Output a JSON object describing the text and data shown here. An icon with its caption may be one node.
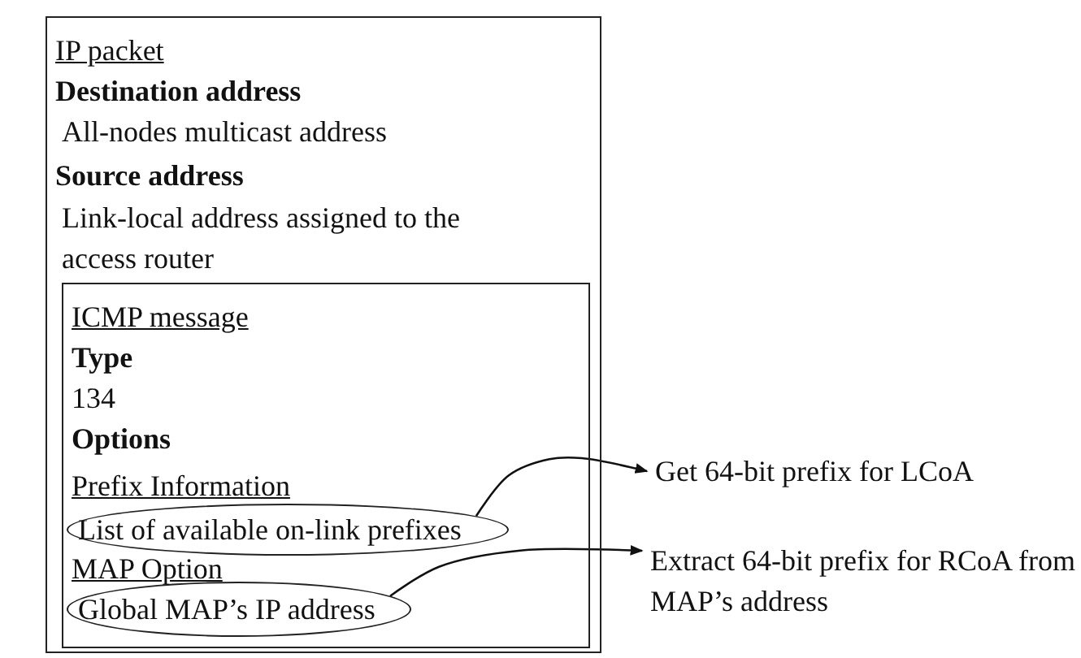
{
  "diagram": {
    "nodes": [
      {
        "text": [
          "IP packet",
          "Destination address",
          "All-nodes multicast address",
          "Source address",
          "Link-local  address assigned to the access router"
        ]
      },
      {
        "text": [
          "ICMP message",
          "Type",
          "134",
          "Options",
          "Prefix Information",
          "MAP Option"
        ],
        "in": 0
      },
      {
        "text": [
          "List of available on-link prefixes"
        ],
        "in": 1
      },
      {
        "text": [
          "Global MAP’s IP address"
        ],
        "in": 1
      },
      {
        "text": [
          "Get 64-bit prefix for LCoA"
        ]
      },
      {
        "text": [
          "Extract 64-bit prefix for RCoA from MAP’s address"
        ]
      }
    ],
    "edges": [
      {
        "from": 2,
        "to": 4,
        "arrow": "to"
      },
      {
        "from": 3,
        "to": 5,
        "arrow": "to"
      }
    ]
  }
}
